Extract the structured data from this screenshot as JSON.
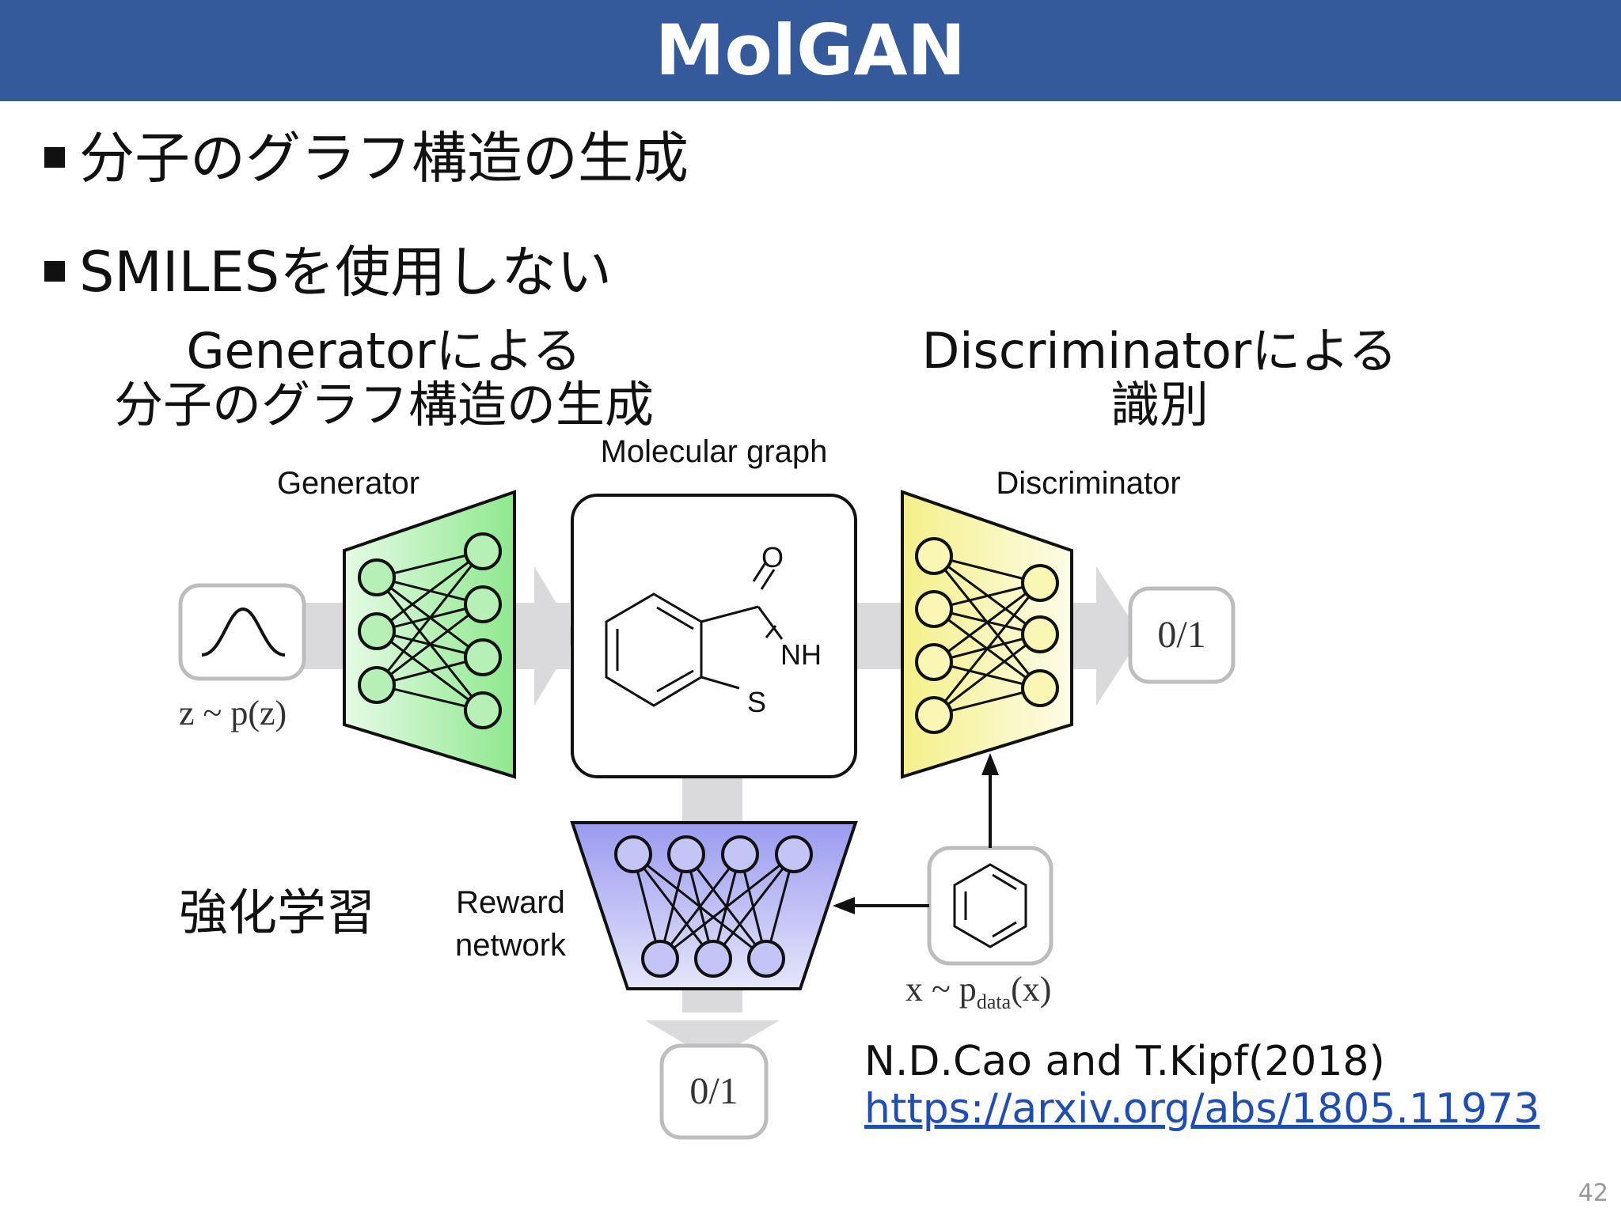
{
  "slide": {
    "title": "MolGAN",
    "bullets": [
      "分子のグラフ構造の生成",
      "SMILESを使用しない"
    ],
    "headings": {
      "generator": [
        "Generatorによる",
        "分子のグラフ構造の生成"
      ],
      "discriminator": [
        "Discriminatorによる",
        "識別"
      ],
      "rl": "強化学習"
    },
    "reference": {
      "authors": "N.D.Cao and T.Kipf(2018)",
      "link": "https://arxiv.org/abs/1805.11973"
    },
    "page_number": "42"
  },
  "diagram": {
    "labels": {
      "generator": "Generator",
      "molecular_graph": "Molecular graph",
      "discriminator": "Discriminator",
      "reward_network": [
        "Reward",
        "network"
      ],
      "output_disc": "0/1",
      "output_reward": "0/1",
      "z_main": "z ~ p(z)",
      "x_main": "x ~ p",
      "x_sub": "data",
      "x_end": "(x)",
      "atom_o": "O",
      "atom_nh": "NH",
      "atom_s": "S"
    },
    "colors": {
      "title_bar": "#345a9c",
      "generator": "#8ee88e",
      "discriminator": "#f4f08a",
      "reward": "#9a9af0",
      "arrow": "#dadadc",
      "link": "#1f4db8"
    }
  }
}
